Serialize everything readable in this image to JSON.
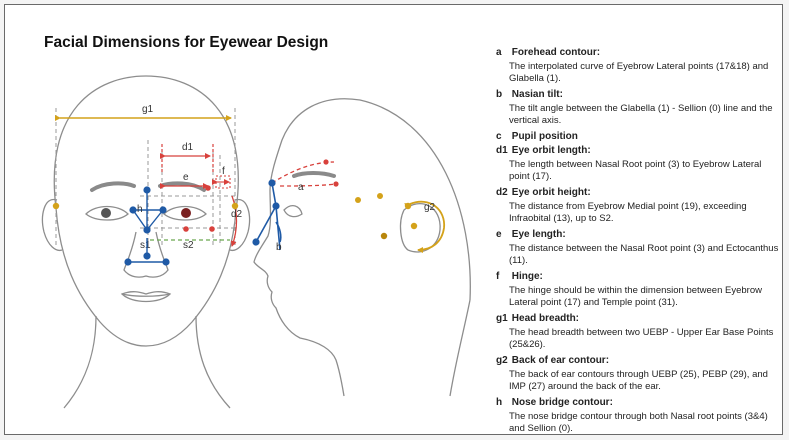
{
  "title": "Facial Dimensions for Eyewear Design",
  "labels": {
    "g1": "g1",
    "d1": "d1",
    "e": "e",
    "f": "f",
    "d2": "d2",
    "h": "h",
    "s1": "s1",
    "s2": "s2",
    "a": "a",
    "b": "b",
    "g2": "g2"
  },
  "colors": {
    "gold": "#d4a21a",
    "red": "#d8413c",
    "blue": "#1f5aa6",
    "green": "#6aa84f",
    "guide": "#9a9a9a",
    "outline": "#8d8d8d"
  },
  "legend": [
    {
      "key": "a",
      "title": "Forehead contour:",
      "desc": "The interpolated curve of Eyebrow Lateral points (17&18) and Glabella (1)."
    },
    {
      "key": "b",
      "title": "Nasian tilt:",
      "desc": "The tilt angle between the Glabella (1) - Sellion (0) line and the vertical axis."
    },
    {
      "key": "c",
      "title": "Pupil position",
      "desc": ""
    },
    {
      "key": "d1",
      "title": "Eye orbit length:",
      "desc": " The length between Nasal Root point (3) to Eyebrow Lateral point (17)."
    },
    {
      "key": "d2",
      "title": "Eye orbit height:",
      "desc": " The distance from Eyebrow Medial point (19), exceeding Infraobital (13), up to S2."
    },
    {
      "key": "e",
      "title": "Eye length:",
      "desc": "The distance between the Nasal Root point (3) and Ectocanthus (11)."
    },
    {
      "key": "f",
      "title": "Hinge:",
      "desc": "The hinge should be within the dimension between Eyebrow Lateral point (17) and Temple point (31)."
    },
    {
      "key": "g1",
      "title": "Head breadth:",
      "desc": "The head breadth between two UEBP - Upper Ear Base Points (25&26)."
    },
    {
      "key": "g2",
      "title": "Back of ear contour:",
      "desc": " The back of ear contours through UEBP (25), PEBP (29), and IMP (27) around the back of the ear."
    },
    {
      "key": "h",
      "title": "Nose bridge contour:",
      "desc": "The nose bridge contour through both Nasal root points (3&4) and Sellion (0)."
    }
  ]
}
